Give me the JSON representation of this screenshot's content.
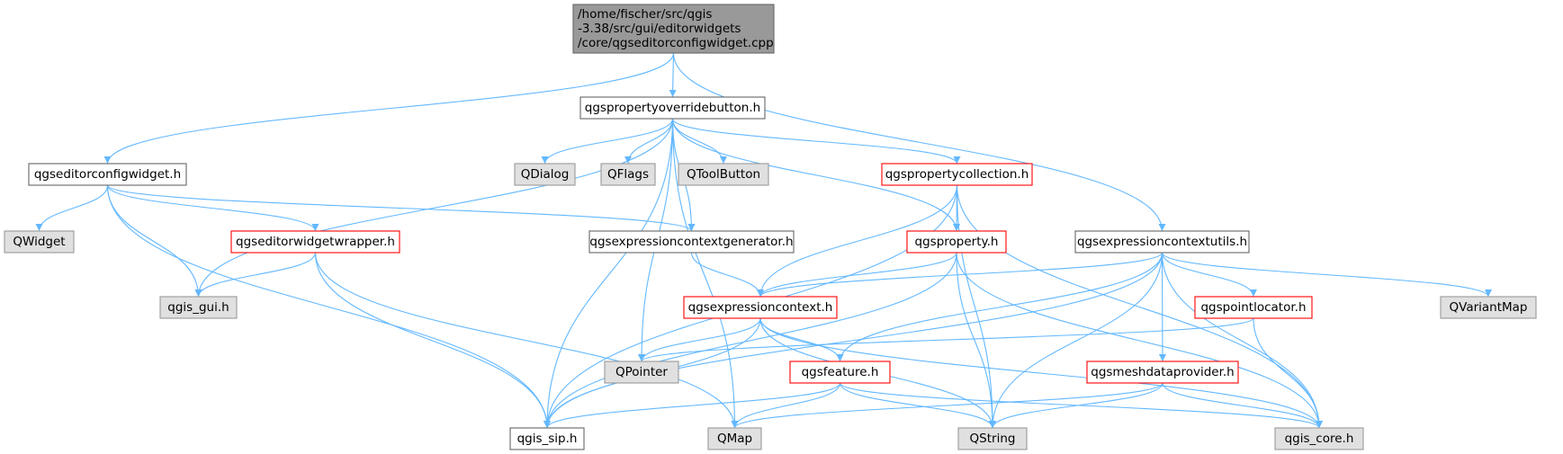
{
  "colors": {
    "edge": "#63b8ff",
    "root_fill": "#999999",
    "root_border": "#666666",
    "doc_fill": "#ffffff",
    "doc_border": "#666666",
    "truncated_fill": "#ffffff",
    "truncated_border": "#ff0000",
    "external_fill": "#e0e0e0",
    "external_border": "#999999"
  },
  "nodes": [
    {
      "id": "root",
      "kind": "root",
      "lines": [
        "/home/fischer/src/qgis",
        "-3.38/src/gui/editorwidgets",
        "/core/qgseditorconfigwidget.cpp"
      ]
    },
    {
      "id": "qgspropertyoverridebutton",
      "kind": "doc",
      "lines": [
        "qgspropertyoverridebutton.h"
      ]
    },
    {
      "id": "qgseditorconfigwidget",
      "kind": "doc",
      "lines": [
        "qgseditorconfigwidget.h"
      ]
    },
    {
      "id": "QDialog",
      "kind": "external",
      "lines": [
        "QDialog"
      ]
    },
    {
      "id": "QFlags",
      "kind": "external",
      "lines": [
        "QFlags"
      ]
    },
    {
      "id": "QToolButton",
      "kind": "external",
      "lines": [
        "QToolButton"
      ]
    },
    {
      "id": "qgspropertycollection",
      "kind": "truncated",
      "lines": [
        "qgspropertycollection.h"
      ]
    },
    {
      "id": "QWidget",
      "kind": "external",
      "lines": [
        "QWidget"
      ]
    },
    {
      "id": "qgseditorwidgetwrapper",
      "kind": "truncated",
      "lines": [
        "qgseditorwidgetwrapper.h"
      ]
    },
    {
      "id": "qgsexpressioncontextgenerator",
      "kind": "doc",
      "lines": [
        "qgsexpressioncontextgenerator.h"
      ]
    },
    {
      "id": "qgsproperty",
      "kind": "truncated",
      "lines": [
        "qgsproperty.h"
      ]
    },
    {
      "id": "qgsexpressioncontextutils",
      "kind": "doc",
      "lines": [
        "qgsexpressioncontextutils.h"
      ]
    },
    {
      "id": "qgis_gui",
      "kind": "external",
      "lines": [
        "qgis_gui.h"
      ]
    },
    {
      "id": "qgsexpressioncontext",
      "kind": "truncated",
      "lines": [
        "qgsexpressioncontext.h"
      ]
    },
    {
      "id": "qgspointlocator",
      "kind": "truncated",
      "lines": [
        "qgspointlocator.h"
      ]
    },
    {
      "id": "QVariantMap",
      "kind": "external",
      "lines": [
        "QVariantMap"
      ]
    },
    {
      "id": "QPointer",
      "kind": "external",
      "lines": [
        "QPointer"
      ]
    },
    {
      "id": "qgsfeature",
      "kind": "truncated",
      "lines": [
        "qgsfeature.h"
      ]
    },
    {
      "id": "qgsmeshdataprovider",
      "kind": "truncated",
      "lines": [
        "qgsmeshdataprovider.h"
      ]
    },
    {
      "id": "qgis_sip",
      "kind": "doc",
      "lines": [
        "qgis_sip.h"
      ]
    },
    {
      "id": "QMap",
      "kind": "external",
      "lines": [
        "QMap"
      ]
    },
    {
      "id": "QString",
      "kind": "external",
      "lines": [
        "QString"
      ]
    },
    {
      "id": "qgis_core",
      "kind": "external",
      "lines": [
        "qgis_core.h"
      ]
    }
  ],
  "edges": [
    [
      "root",
      "qgspropertyoverridebutton"
    ],
    [
      "root",
      "qgseditorconfigwidget"
    ],
    [
      "root",
      "qgsexpressioncontextutils"
    ],
    [
      "qgspropertyoverridebutton",
      "QDialog"
    ],
    [
      "qgspropertyoverridebutton",
      "QFlags"
    ],
    [
      "qgspropertyoverridebutton",
      "QToolButton"
    ],
    [
      "qgspropertyoverridebutton",
      "qgspropertycollection"
    ],
    [
      "qgspropertyoverridebutton",
      "qgsproperty"
    ],
    [
      "qgspropertyoverridebutton",
      "qgsexpressioncontextgenerator"
    ],
    [
      "qgspropertyoverridebutton",
      "qgis_gui"
    ],
    [
      "qgspropertyoverridebutton",
      "qgis_sip"
    ],
    [
      "qgspropertyoverridebutton",
      "QMap"
    ],
    [
      "qgspropertyoverridebutton",
      "QPointer"
    ],
    [
      "qgseditorconfigwidget",
      "QWidget"
    ],
    [
      "qgseditorconfigwidget",
      "qgis_gui"
    ],
    [
      "qgseditorconfigwidget",
      "qgseditorwidgetwrapper"
    ],
    [
      "qgseditorconfigwidget",
      "qgsexpressioncontextgenerator"
    ],
    [
      "qgseditorconfigwidget",
      "qgis_sip"
    ],
    [
      "qgseditorwidgetwrapper",
      "qgis_gui"
    ],
    [
      "qgseditorwidgetwrapper",
      "qgis_sip"
    ],
    [
      "qgseditorwidgetwrapper",
      "QMap"
    ],
    [
      "qgsexpressioncontextgenerator",
      "qgsexpressioncontext"
    ],
    [
      "qgspropertycollection",
      "qgsproperty"
    ],
    [
      "qgspropertycollection",
      "qgsexpressioncontext"
    ],
    [
      "qgspropertycollection",
      "qgis_sip"
    ],
    [
      "qgspropertycollection",
      "QString"
    ],
    [
      "qgspropertycollection",
      "qgis_core"
    ],
    [
      "qgsproperty",
      "qgsexpressioncontext"
    ],
    [
      "qgsproperty",
      "qgis_sip"
    ],
    [
      "qgsproperty",
      "QString"
    ],
    [
      "qgsproperty",
      "qgis_core"
    ],
    [
      "qgsexpressioncontextutils",
      "qgsexpressioncontext"
    ],
    [
      "qgsexpressioncontextutils",
      "qgspointlocator"
    ],
    [
      "qgsexpressioncontextutils",
      "QVariantMap"
    ],
    [
      "qgsexpressioncontextutils",
      "qgsmeshdataprovider"
    ],
    [
      "qgsexpressioncontextutils",
      "qgsfeature"
    ],
    [
      "qgsexpressioncontextutils",
      "qgis_sip"
    ],
    [
      "qgsexpressioncontextutils",
      "QString"
    ],
    [
      "qgsexpressioncontextutils",
      "qgis_core"
    ],
    [
      "qgsexpressioncontext",
      "QPointer"
    ],
    [
      "qgsexpressioncontext",
      "qgsfeature"
    ],
    [
      "qgsexpressioncontext",
      "qgis_sip"
    ],
    [
      "qgsexpressioncontext",
      "QString"
    ],
    [
      "qgsexpressioncontext",
      "qgis_core"
    ],
    [
      "qgspointlocator",
      "QPointer"
    ],
    [
      "qgspointlocator",
      "qgis_core"
    ],
    [
      "qgsfeature",
      "qgis_sip"
    ],
    [
      "qgsfeature",
      "QMap"
    ],
    [
      "qgsfeature",
      "QString"
    ],
    [
      "qgsfeature",
      "qgis_core"
    ],
    [
      "qgsmeshdataprovider",
      "QMap"
    ],
    [
      "qgsmeshdataprovider",
      "QString"
    ],
    [
      "qgsmeshdataprovider",
      "qgis_core"
    ]
  ]
}
